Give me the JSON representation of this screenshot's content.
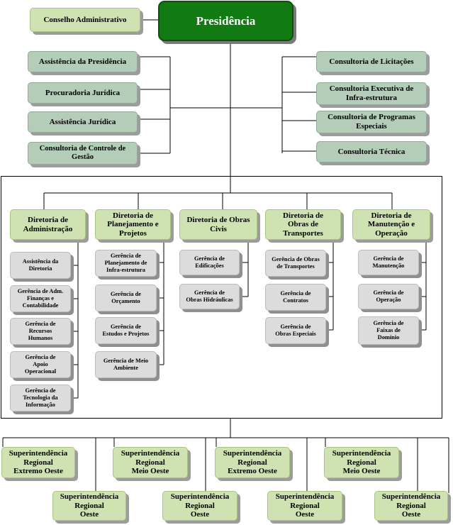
{
  "presidencia": "Presidência",
  "conselho": "Conselho Administrativo",
  "left_staff": [
    "Assistência da Presidência",
    "Procuradoria Jurídica",
    "Assistência Jurídica",
    "Consultoria de Controle de\nGestão"
  ],
  "right_staff": [
    "Consultoria de Licitações",
    "Consultoria Executiva de\nInfra-estrutura",
    "Consultoria de Programas\nEspeciais",
    "Consultoria Técnica"
  ],
  "diretorias": [
    {
      "title": "Diretoria de\nAdministração",
      "gerencias": [
        "Assistência da\nDiretoria",
        "Gerência de Adm.\nFinanças e\nContabilidade",
        "Gerência de\nRecursos\nHumanos",
        "Gerência de\nApoio\nOperacional",
        "Gerência de\nTecnologia da\nInformação"
      ]
    },
    {
      "title": "Diretoria de\nPlanejamento e\nProjetos",
      "gerencias": [
        "Gerência de\nPlanejamento de\nInfra-estrutura",
        "Gerência de\nOrçamento",
        "Gerência de\nEstudos e Projetos",
        "Gerência de Meio\nAmbiente"
      ]
    },
    {
      "title": "Diretoria de Obras\nCivis",
      "gerencias": [
        "Gerência de\nEdificações",
        "Gerência de\nObras Hidráulicas"
      ]
    },
    {
      "title": "Diretoria de\nObras de\nTransportes",
      "gerencias": [
        "Gerência de Obras\nde Transportes",
        "Gerência de\nContratos",
        "Gerência de\nObras Especiais"
      ]
    },
    {
      "title": "Diretoria de\nManutenção e\nOperação",
      "gerencias": [
        "Gerência de\nManutenção",
        "Gerência de\nOperação",
        "Gerência de\nFaixas de\nDomínio"
      ]
    }
  ],
  "superintendencias_top": [
    "Superintendência\nRegional\nExtremo Oeste",
    "Superintendência\nRegional\nMeio Oeste",
    "Superintendência\nRegional\nExtremo Oeste",
    "Superintendência\nRegional\nMeio Oeste"
  ],
  "superintendencias_bottom": [
    "Superintendência\nRegional\nOeste",
    "Superintendência\nRegional\nOeste",
    "Superintendência\nRegional\nOeste",
    "Superintendência\nRegional\nOeste"
  ]
}
